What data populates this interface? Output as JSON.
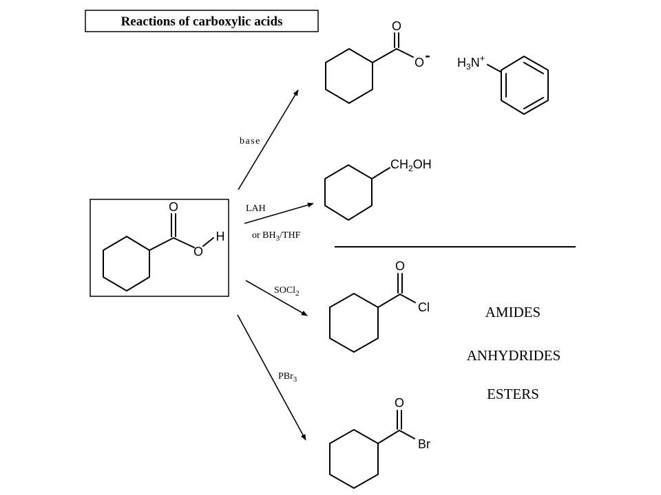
{
  "title": "Reactions of carboxylic acids",
  "starting_material": {
    "atoms": {
      "carbonyl_o": "O",
      "hydroxyl_o": "O",
      "hydrogen": "H"
    }
  },
  "reactions": [
    {
      "reagent_label": "base",
      "product": {
        "atoms": {
          "carbonyl_o": "O",
          "anion_o": "O",
          "charge": "-"
        },
        "counterion": {
          "h3": "H",
          "h3_sub": "3",
          "n": "N",
          "charge": "+"
        }
      }
    },
    {
      "reagent_label": "LAH",
      "reagent_label_2_prefix": "or BH",
      "reagent_label_2_sub": "3",
      "reagent_label_2_suffix": "/THF",
      "product": {
        "ch": "CH",
        "ch_sub": "2",
        "oh": "OH"
      }
    },
    {
      "reagent_prefix": "SOCl",
      "reagent_sub": "2",
      "product": {
        "carbonyl_o": "O",
        "halide": "Cl"
      }
    },
    {
      "reagent_prefix": "PBr",
      "reagent_sub": "3",
      "product": {
        "carbonyl_o": "O",
        "halide": "Br"
      }
    }
  ],
  "derivatives": [
    "AMIDES",
    "ANHYDRIDES",
    "ESTERS"
  ]
}
